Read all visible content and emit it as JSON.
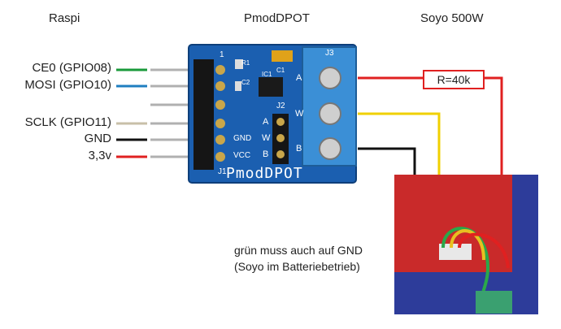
{
  "headers": {
    "left": "Raspi",
    "middle": "PmodDPOT",
    "right": "Soyo 500W"
  },
  "pin_labels": [
    {
      "text": "CE0 (GPIO08)",
      "color": "#1a9a3a"
    },
    {
      "text": "MOSI (GPIO10)",
      "color": "#1f7fc0"
    },
    {
      "text": "SCLK (GPIO11)",
      "color": "#c8bfa8"
    },
    {
      "text": "GND",
      "color": "#111111"
    },
    {
      "text": "3,3v",
      "color": "#e02020"
    }
  ],
  "board": {
    "name": "PmodDPOT",
    "j1": "J1",
    "j2": "J2",
    "j3": "J3",
    "pin1": "1",
    "c1": "C1",
    "c2": "C2",
    "ic1": "IC1",
    "r1": "R1",
    "gnd": "GND",
    "vcc": "VCC",
    "terminal_letters": [
      "A",
      "W",
      "B"
    ],
    "header_letters": [
      "A",
      "W",
      "B"
    ],
    "board_color": "#1b5fb0"
  },
  "resistor_label": "R=40k",
  "note": {
    "line1": "grün muss auch auf GND",
    "line2": "(Soyo im Batteriebetrieb)"
  }
}
